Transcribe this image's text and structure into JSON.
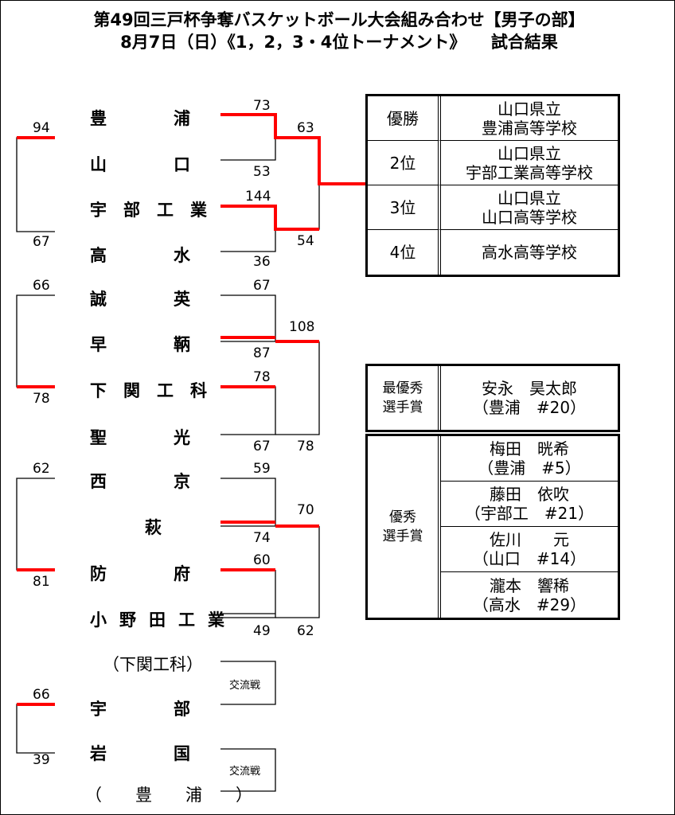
{
  "title": {
    "line1": "第49回三戸杯争奪バスケットボール大会組み合わせ【男子の部】",
    "line2": "8月7日（日）《1，2，3・4位トーナメント》　　試合結果"
  },
  "teams": [
    "豊　　　　浦",
    "山　　　　口",
    "宇　部　工　業",
    "高　　　　水",
    "誠　　　　英",
    "早　　　　鞆",
    "下　関　工　科",
    "聖　　　　光",
    "西　　　　京",
    "萩",
    "防　　　　府",
    "小　野　田　工　業",
    "（下関工科）",
    "宇　　　　部",
    "岩　　　　国",
    "（　　豊　　浦　　）"
  ],
  "scores": {
    "left": [
      "94",
      "67",
      "66",
      "78",
      "62",
      "81",
      "66",
      "39"
    ],
    "round1": [
      "73",
      "53",
      "144",
      "36",
      "67",
      "87",
      "78",
      "67",
      "59",
      "74",
      "60",
      "49"
    ],
    "round2": [
      "63",
      "54",
      "108",
      "78",
      "70",
      "62"
    ]
  },
  "exchange_label": "交流戦",
  "ranking": [
    {
      "label": "優勝",
      "team_lines": [
        "山口県立",
        "豊浦高等学校"
      ]
    },
    {
      "label": "2位",
      "team_lines": [
        "山口県立",
        "宇部工業高等学校"
      ]
    },
    {
      "label": "3位",
      "team_lines": [
        "山口県立",
        "山口高等学校"
      ]
    },
    {
      "label": "4位",
      "team_lines": [
        "高水高等学校"
      ]
    }
  ],
  "mvp": {
    "label_lines": [
      "最優秀",
      "選手賞"
    ],
    "lines": [
      "安永　昊太郎",
      "（豊浦　#20）"
    ]
  },
  "excellent": {
    "label_lines": [
      "優秀",
      "選手賞"
    ],
    "players": [
      {
        "lines": [
          "梅田　晄希",
          "（豊浦　#5）"
        ]
      },
      {
        "lines": [
          "藤田　依吹",
          "（宇部工　#21）"
        ]
      },
      {
        "lines": [
          "佐川　　元",
          "（山口　#14）"
        ]
      },
      {
        "lines": [
          "瀧本　響稀",
          "（高水　#29）"
        ]
      }
    ]
  },
  "colors": {
    "winner_line": "#ff0000",
    "line": "#000000"
  }
}
